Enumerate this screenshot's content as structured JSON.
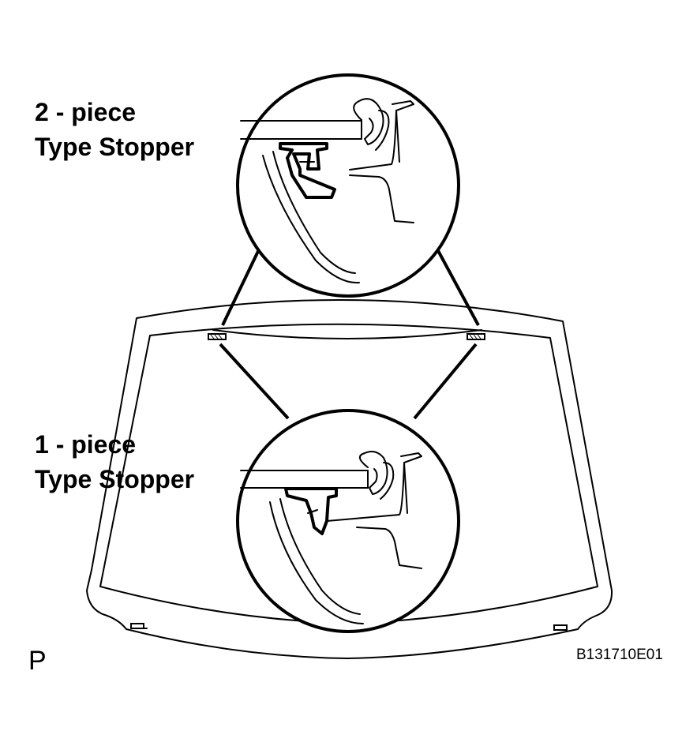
{
  "callouts": {
    "two_piece": {
      "line1": "2 - piece",
      "line2": "Type Stopper"
    },
    "one_piece": {
      "line1": "1 - piece",
      "line2": "Type Stopper"
    }
  },
  "view_marker": "P",
  "figure_code": "B131710E01"
}
